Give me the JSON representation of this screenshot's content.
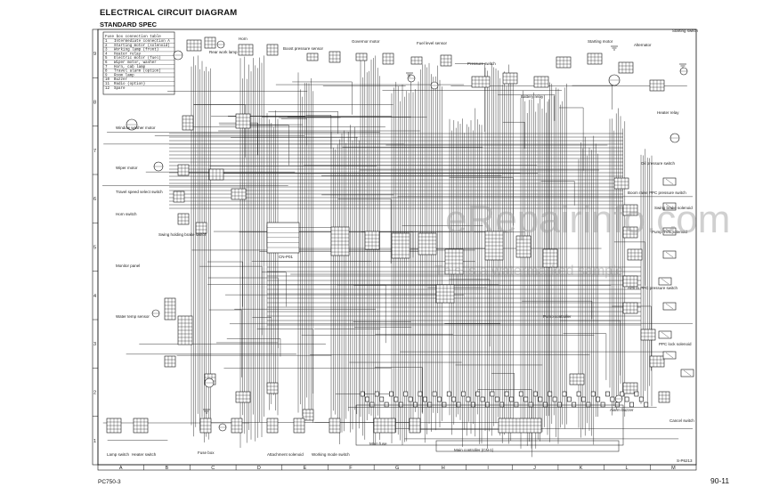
{
  "header": {
    "title": "ELECTRICAL CIRCUIT DIAGRAM",
    "subtitle": "STANDARD SPEC"
  },
  "watermark": {
    "main": "eRepairinfo.com",
    "secondary": "This is a watermarked sample"
  },
  "footer": {
    "model": "PC750-3",
    "page": "90-11"
  },
  "border_rows": [
    "9",
    "8",
    "7",
    "6",
    "5",
    "4",
    "3",
    "2",
    "1"
  ],
  "border_cols": [
    "A",
    "B",
    "C",
    "D",
    "E",
    "F",
    "G",
    "H",
    "I",
    "J",
    "K",
    "L",
    "M"
  ],
  "legend_box": {
    "heading": "Fuse box connection table",
    "rows": [
      "Intermediate connection A",
      "Starting motor (solenoid)",
      "Working lamp (front)",
      "Heater relay",
      "Electric motor (fuel)",
      "Wiper motor, washer",
      "Horn, cab lamp",
      "Travel alarm (option)",
      "Room lamp",
      "Buzzer",
      "Radio (option)",
      "Spare"
    ]
  },
  "labels": {
    "lamp": "Horn",
    "rear_work_lamp": "Rear work lamp",
    "window_washer": "Window washer motor",
    "wiper_motor": "Wiper motor",
    "travel_speed": "Travel speed select switch",
    "horn_switch": "Horn switch",
    "swing_brake": "Swing holding brake switch",
    "boost_pressure": "Boost pressure sensor",
    "monitor": "Monitor panel",
    "water_temp": "Water temp sensor",
    "fuel_sensor": "Fuel level sensor",
    "cn_p01": "CN-P01",
    "governor": "Governor motor",
    "pressure_switch": "Pressure switch",
    "battery_relay": "Battery relay",
    "starting_motor": "Starting motor",
    "alternator": "Alternator",
    "starting_switch": "Starting switch",
    "heater_relay": "Heater relay",
    "oil_pressure": "Oil pressure switch",
    "boom_raise": "Boom raise PPC pressure switch",
    "swing_solenoid": "Swing brake solenoid",
    "pump_solenoid": "Pump TVC solenoid",
    "arm_in": "Arm in PPC pressure switch",
    "lock_solenoid": "PPC lock solenoid",
    "pump_controller": "Pump controller",
    "main_controller": "Main controller (CN-1)",
    "alarm_buzzer": "Alarm buzzer",
    "cancel_switch": "Cancel switch",
    "lamp_switch": "Lamp switch",
    "heater_switch": "Heater switch",
    "attachment": "Attachment solenoid",
    "working_switch": "Working mode switch",
    "main_fuse": "Main fuse",
    "fuse_box": "Fuse box",
    "ref": "S-P6213"
  }
}
